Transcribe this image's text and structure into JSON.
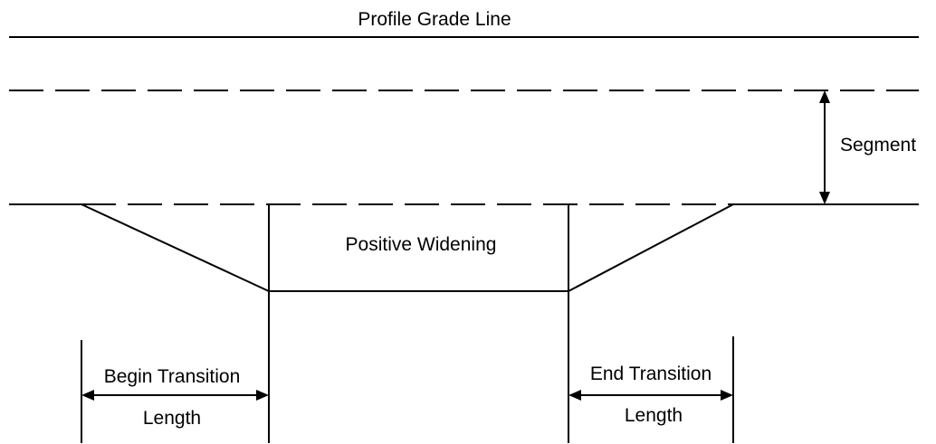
{
  "labels": {
    "profile_grade_line": "Profile Grade Line",
    "segment": "Segment",
    "positive_widening": "Positive Widening",
    "begin_transition": "Begin Transition",
    "begin_length": "Length",
    "end_transition": "End Transition",
    "end_length": "Length"
  }
}
